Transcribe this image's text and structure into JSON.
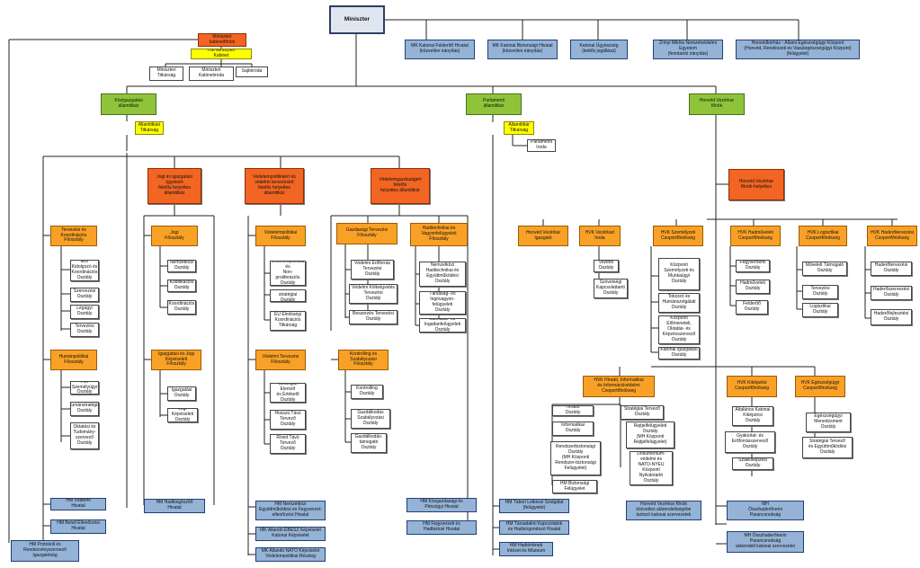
{
  "nodes": {
    "miniszter": "Miniszter",
    "kabinetfonok": "Miniszteri\nkabinetfőnök",
    "hm_kabinet": "HM Miniszteri\nKabinet",
    "min_titkarsag": "Miniszteri\nTitkárság",
    "min_kabinetiroda": "Miniszteri\nKabinetiroda",
    "sajtoiroda": "Sajtóiroda",
    "mk_kfh": "MK Katonai Felderítő Hivatal\n(közvetlen irányítás)",
    "mk_kbh": "MK Katonai Biztonsági Hivatal\n(közvetlen irányítás)",
    "katonai_ugyeszseg": "Katonai Ügyészség\n(kettős jogállású)",
    "zmne": "Zrínyi Miklós Nemzetvédelmi\nEgyetem\n(fenntartói irányítás)",
    "honvedkorhaz": "Honvédkórház - Állami Egészségügyi Központ\n(Honvéd, Rendészeti és Vasútegészségügyi Központ)\n(felügyelet)",
    "kozig_allamtitkar": "Közigazgatási\nállamtitkár",
    "allamtitkari_titkarsag": "Államtitkári\nTitkárság",
    "parl_allamtitkar": "Parlamenti\nállamtitkár",
    "allamtitkar_titkarsag": "Államtitkár\nTitkárság",
    "parlamenti_iroda": "Parlamenti\nIroda",
    "hvk_fonok": "Honvéd Vezérkar\nfőnök",
    "jogi_helyettes": "Jogi és igazgatási\nügyekért\nfelelős helyettes\nállamtitkár",
    "vedelempol_helyettes": "Védelempolitikáért és\nvédelmi tervezésért\nfelelős helyettes\nállamtitkár",
    "vedelemgazd_helyettes": "Védelemgazdaságért\nfelelős\nhelyettes államtitkár",
    "hvk_fonok_helyettes": "Honvéd Vezérkar\nfőnök-helyettes",
    "terv_koord_fo": "Tervezési és\nKoordinációs\nFőosztály",
    "elvi_koord": "Elvi Kidolgozó és\nKoordinációs\nOsztály",
    "szervezesi": "Szervezési\nOsztály",
    "legugyi": "Légügyi\nOsztály",
    "tervezesi_kozig": "Tervezési\nOsztály",
    "humanpol_fo": "Humánpolitikai\nFőosztály",
    "hm_szemelyugyi": "HM Személyügyi\nOsztály",
    "humanstrategiai": "Humánstratégiai\nOsztály",
    "oktatasi": "Oktatási és\nTudomány-\nszervező\nOsztály",
    "jogi_fo": "Jogi\nFőosztály",
    "nemzetkozi_jog": "Nemzetközi\nOsztály",
    "kodifikacios": "Kodifikációs\nOsztály",
    "koordinacios_jog": "Koordinációs\nOsztály",
    "igazgatasi_fo": "Igazgatási és Jogi\nKépviseleti\nFőosztály",
    "igazgatasi_o": "Igazgatási\nOsztály",
    "jogi_kepviseleti": "Jogi Képviseleti\nOsztály",
    "vedelempol_fo": "Védelempolitikai\nFőosztály",
    "nonproliferacios": "Védelempolitikai és\nNon-\nproliferációs\nOsztály",
    "muveleti_strat": "Műveleti-stratégiai\nOsztály",
    "eu_elnoksegi": "EU Elnökségi\nKoordinációs\nTitkárság",
    "vedelmi_terv_fo": "Védelmi Tervezési\nFőosztály",
    "strategiai_elemzo": "Stratégiai Elemző\nés Értékelő\nOsztály",
    "hosszu_tavu": "Hosszú Távú\nTervező\nOsztály",
    "rovid_tavu": "Rövid Távú\nTervező\nOsztály",
    "gazd_terv_fo": "Gazdasági Tervezési\nFőosztály",
    "vedelmi_eroforras": "Védelmi Erőforrás\nTervezési\nOsztály",
    "vedelmi_koltsegvetes": "Védelmi Költségvetés\nTervezési\nOsztály",
    "beszerzes_terv": "Beszerzés Tervezési\nOsztály",
    "haditechnikai_fo": "Haditechnikai és\nVagyonfelügyeleti\nFőosztály",
    "nemzetkozi_haditech": "Nemzetközi\nHaditechnikai és\nEgyüttműködési\nOsztály",
    "tarsasag_ingovagyon": "Társaság- és\nIngóvagyon-\nfelügyeleti\nOsztály",
    "lakhatas": "Lakhatás- és\nIngatlanfelügyeleti\nOsztály",
    "kontrolling_fo": "Kontrolling és\nSzabályozási\nFőosztály",
    "kontrolling_o": "Kontrolling\nOsztály",
    "gazd_szabalyozasi": "Gazdálkodás\nSzabályozási\nOsztály",
    "gazd_tamogato": "Gazdálkodás-\ntámogató\nOsztály",
    "hvk_igazgato": "Honvéd Vezérkar\nIgazgató",
    "hvk_iroda": "HVK Vezérkari\nIroda",
    "vezetoi_o": "Vezetői\nOsztály",
    "szovetsegi_kapcs": "Szövetségi\nKapcsolattartó\nOsztály",
    "hvk_szemelyzeti": "HVK Személyzeti\nCsoportfőnökség",
    "kozp_szemelyzeti": "Központi\nSzemélyzeti és\nMunkaügyi\nOsztály",
    "toborzo": "Toborzó és\nHumánszolgálati\nOsztály",
    "kozp_eloemeneteli": "Központi\nElőmeneteli,\nOktatás- és\nKépzésszervező\nOsztály",
    "katonai_igazgatasi": "Katonai Igazgatási\nOsztály",
    "hvk_hadmuveleti": "HVK Hadműveleti\nCsoportfőnökség",
    "fegyvernemi": "Fegyvernemi\nOsztály",
    "hadmuveleti_o": "Hadműveleti\nOsztály",
    "felderito_o": "Felderítő\nOsztály",
    "hvk_logisztikai": "HVK Logisztikai\nCsoportfőnökség",
    "muveleti_tamogato": "Műveleti Támogató\nOsztály",
    "tervezesi_log": "Tervezési\nOsztály",
    "logisztikai_o": "Logisztikai\nOsztály",
    "hvk_haderotervezesi": "HVK Haderőtervezési\nCsoportfőnökség",
    "haderotervezesi_o": "Haderőtervezési\nOsztály",
    "haderoszervezesi_o": "Haderőszervezési\nOsztály",
    "haderofejlesztesi_o": "Haderőfejlesztési\nOsztály",
    "hvk_hirado": "HVK Híradó, Informatikai\nés Információvédelmi\nCsoportfőnökség",
    "hirado_o": "Híradó\nOsztály",
    "informatikai_o": "Informatikai\nOsztály",
    "rendszerbiztonsagi": "Rendszerbiztonsági\nOsztály\n(MH Központi\nRendszer-biztonsági\nFelügyelet)",
    "hm_biztonsagi_felugyelet": "HM Biztonsági\nFelügyelet",
    "strategiai_tervezo": "Stratégiai Tervező\nOsztály",
    "rejtjelfelugyeleti": "Rejtjelfelügyeleti\nOsztály\n(MH Központi\nRejtjelfelügyelet)",
    "dokumentumvedelmi": "Dokumentum-\nvédelmi és\nNATO-NYEU\nKözponti\nNyilvántartó\nOsztály",
    "hvk_kikepzesi": "HVK Kiképzési\nCsoportfőnökség",
    "altalanos_katonai": "Általános Katonai\nKiképzési\nOsztály",
    "gyakorlat_eroforras": "Gyakorlat- és\nErőforrásszervező\nOsztály",
    "szakkikepzesi": "Szakkiképzési\nOsztály",
    "hvk_egeszsegugyi": "HVK Egészségügyi\nCsoportfőnökség",
    "eu_menedzsment": "Egészségügyi\nMenedzsment\nOsztály",
    "eu_strategiai": "Stratégiai Tervező\nés Együttműködési\nOsztály",
    "hm_vedelmi_hivatal": "HM Védelmi\nHivatal",
    "hm_belso_ellenorzesi": "HM Belső Ellenőrzési\nHivatal",
    "hm_protokoll": "HM Protokoll és\nRendezvényszervező\nIgazgatóság",
    "hm_hadkiegeszito": "HM Hadkiegészítő\nHivatal",
    "hm_nemzetkozi_egy": "HM Nemzetközi\nEgyüttműködési és Fegyverzet-\nellenőrzési Hivatal",
    "mk_ebesz": "MK Állandó EBESZ Képviselet\nKatonai Képviselet",
    "mk_nato": "MK Állandó NATO Képviselet\nVédelempolitikai Részleg",
    "hm_kozgazdasagi": "HM Közgazdasági és\nPénzügyi Hivatal",
    "hm_fegyverzeti": "HM Fegyverzeti és\nHadbiztosi Hivatal",
    "hm_tabori_lelkesz": "HM Tábori Lelkészi Szolgálat\n(felügyelet)",
    "hm_tarsadalmi": "HM Társadalmi Kapcsolatok\nés Hadisírgondozó Hivatal",
    "hm_hadtorteneti": "HM Hadtörténeti\nIntézet és Múzeum",
    "hvk_kozvetlen": "Honvéd Vezérkar főnök\nközvetlen alárendeltségébe\ntartozó katonai szervezetek",
    "mh_osszhaderonemi": "MH\nÖsszhaderőnemi\nParancsnokság",
    "mh_osszhaderonemi_alarendelt": "MH Összhaderőnemi\nParancsnokság\nalárendelt katonai szervezetei"
  }
}
